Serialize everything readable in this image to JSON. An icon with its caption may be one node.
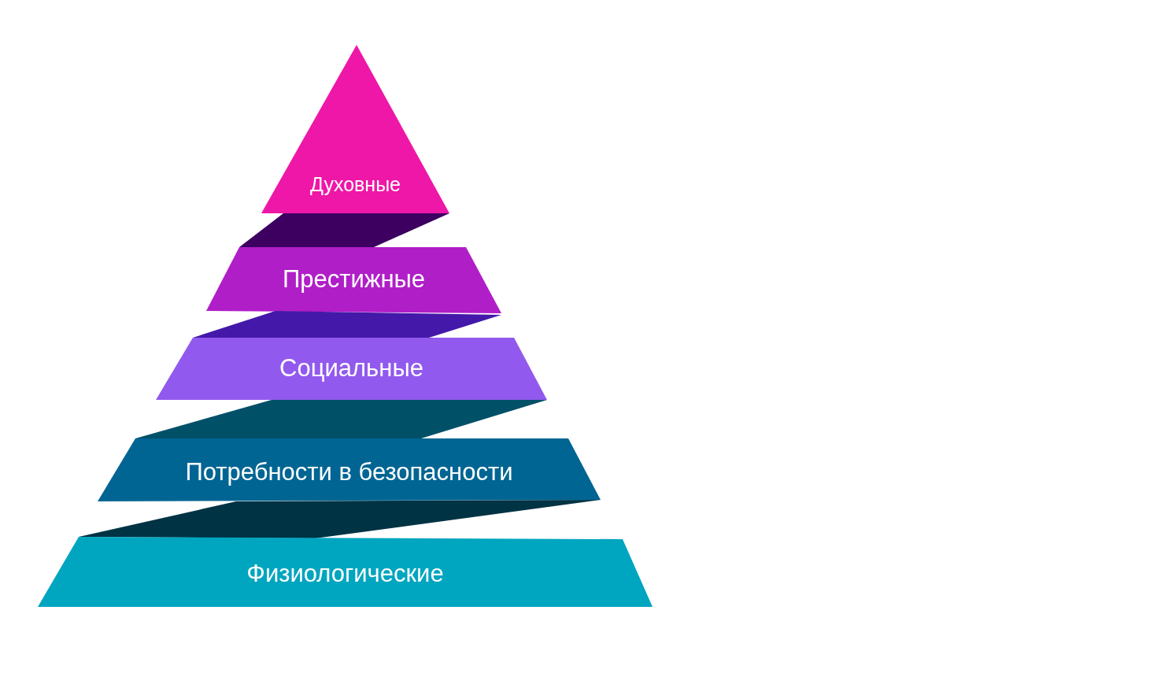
{
  "diagram": {
    "nodes": [
      {
        "text": [
          "Духовные"
        ]
      },
      {
        "text": [],
        "shape": "band"
      },
      {
        "text": [
          "Престижные"
        ]
      },
      {
        "text": [],
        "shape": "band"
      },
      {
        "text": [
          "Социальные"
        ]
      },
      {
        "text": [],
        "shape": "band"
      },
      {
        "text": [
          "Потребности в безопасности"
        ]
      },
      {
        "text": [],
        "shape": "band"
      },
      {
        "text": [
          "Физиологические"
        ]
      }
    ]
  }
}
